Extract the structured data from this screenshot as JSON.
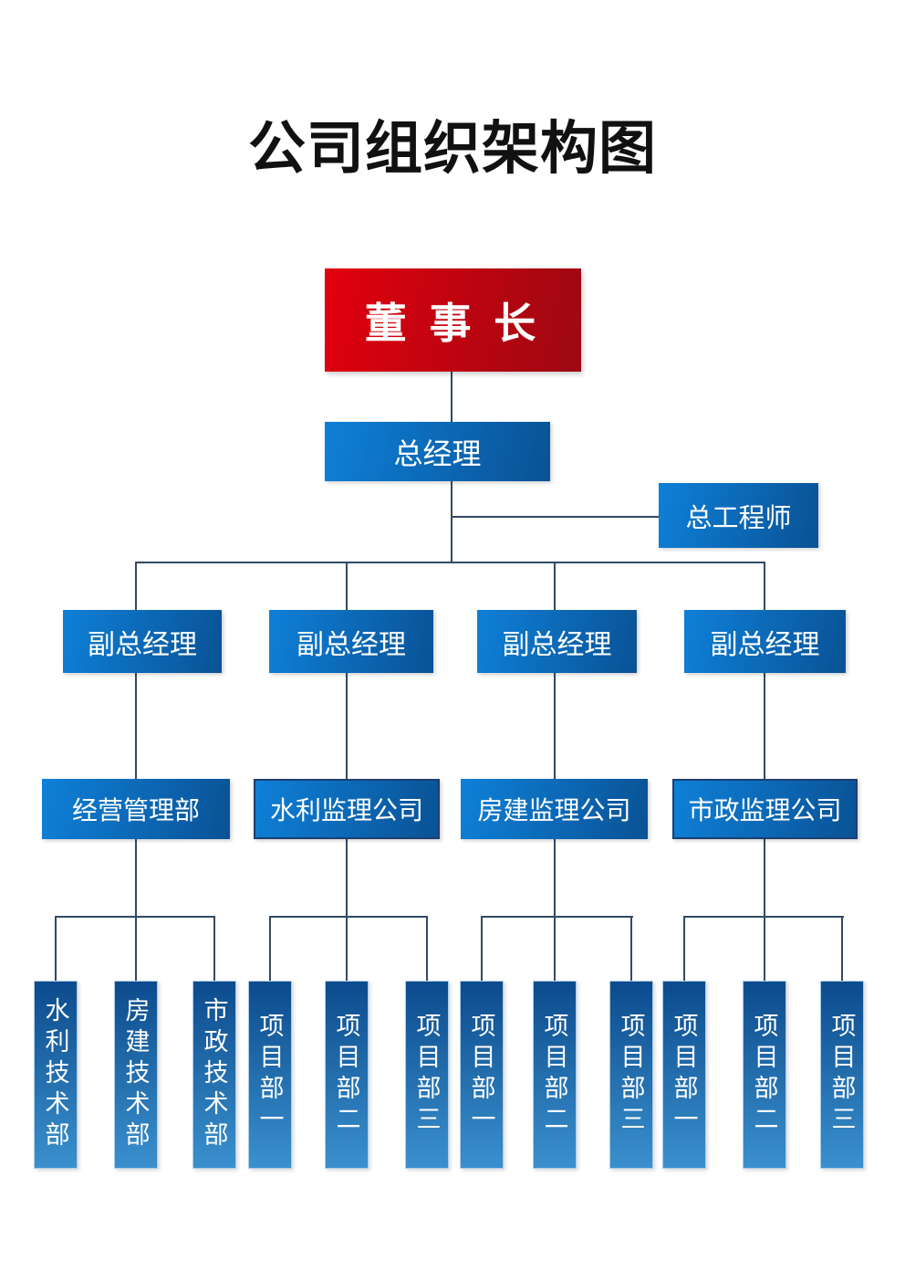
{
  "title": "公司组织架构图",
  "org": {
    "chairman": {
      "label": "董 事 长"
    },
    "general_manager": {
      "label": "总经理"
    },
    "chief_engineer": {
      "label": "总工程师"
    },
    "deputies": [
      {
        "label": "副总经理",
        "department": {
          "label": "经营管理部",
          "children": [
            "水利技术部",
            "房建技术部",
            "市政技术部"
          ]
        }
      },
      {
        "label": "副总经理",
        "department": {
          "label": "水利监理公司",
          "children": [
            "项目部一",
            "项目部二",
            "项目部三"
          ]
        }
      },
      {
        "label": "副总经理",
        "department": {
          "label": "房建监理公司",
          "children": [
            "项目部一",
            "项目部二",
            "项目部三"
          ]
        }
      },
      {
        "label": "副总经理",
        "department": {
          "label": "市政监理公司",
          "children": [
            "项目部一",
            "项目部二",
            "项目部三"
          ]
        }
      }
    ]
  },
  "colors": {
    "title_text": "#111111",
    "node_text": "#ffffff",
    "red_start": "#e3000e",
    "red_end": "#9c0812",
    "blue_start": "#0e80d8",
    "blue_end": "#0a5295",
    "vbox_top": "#0c4b8d",
    "vbox_bottom": "#3a90cd",
    "connector": "#324a62"
  }
}
